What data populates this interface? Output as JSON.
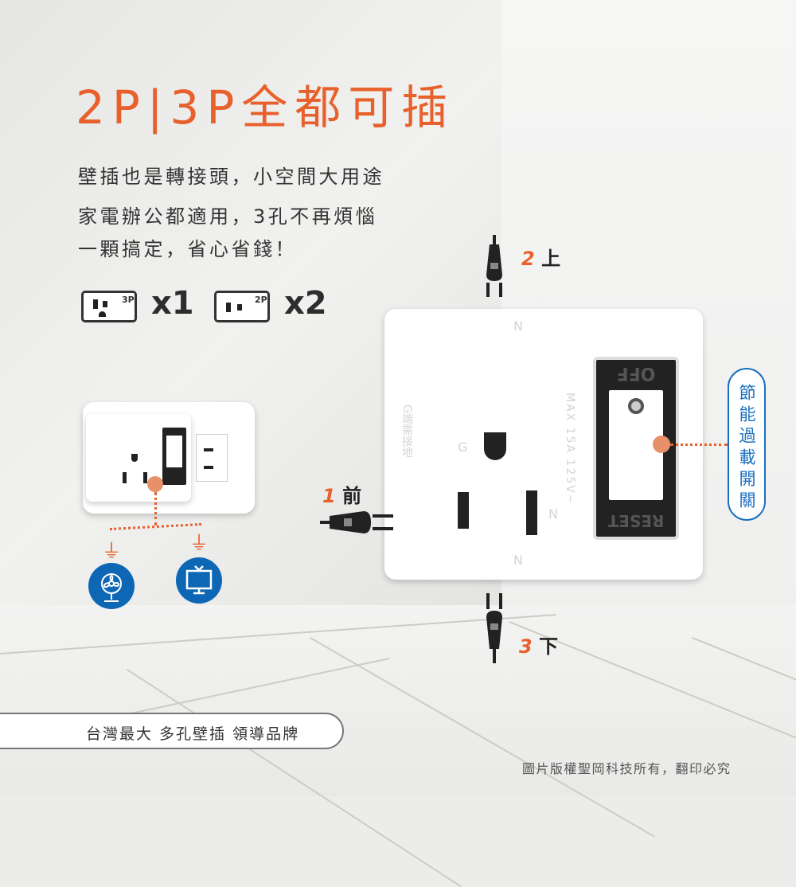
{
  "headline": "2P|3P全都可插",
  "description": [
    "壁插也是轉接頭，小空間大用途",
    "家電辦公都適用，3孔不再煩惱",
    "一顆搞定，省心省錢！"
  ],
  "socket_types": [
    {
      "label": "3P",
      "multiplier": "x1"
    },
    {
      "label": "2P",
      "multiplier": "x2"
    }
  ],
  "plug_directions": [
    {
      "number": "2",
      "label": "上"
    },
    {
      "number": "1",
      "label": "前"
    },
    {
      "number": "3",
      "label": "下"
    }
  ],
  "outlet": {
    "markings": {
      "top": "N",
      "ground": "G",
      "neutral": "N",
      "bottom": "N",
      "rating": "MAX 15A 125V~",
      "ground_note": "G端需接地"
    },
    "switch": {
      "off": "OFF",
      "reset": "RESET"
    }
  },
  "callout": "節能過載開關",
  "appliances": [
    "fan-icon",
    "tv-icon"
  ],
  "slogan": "台灣最大 多孔壁插 領導品牌",
  "copyright": "圖片版權聖岡科技所有，翻印必究",
  "colors": {
    "accent": "#e8602c",
    "blue": "#1a6fc0",
    "dark": "#222222"
  }
}
